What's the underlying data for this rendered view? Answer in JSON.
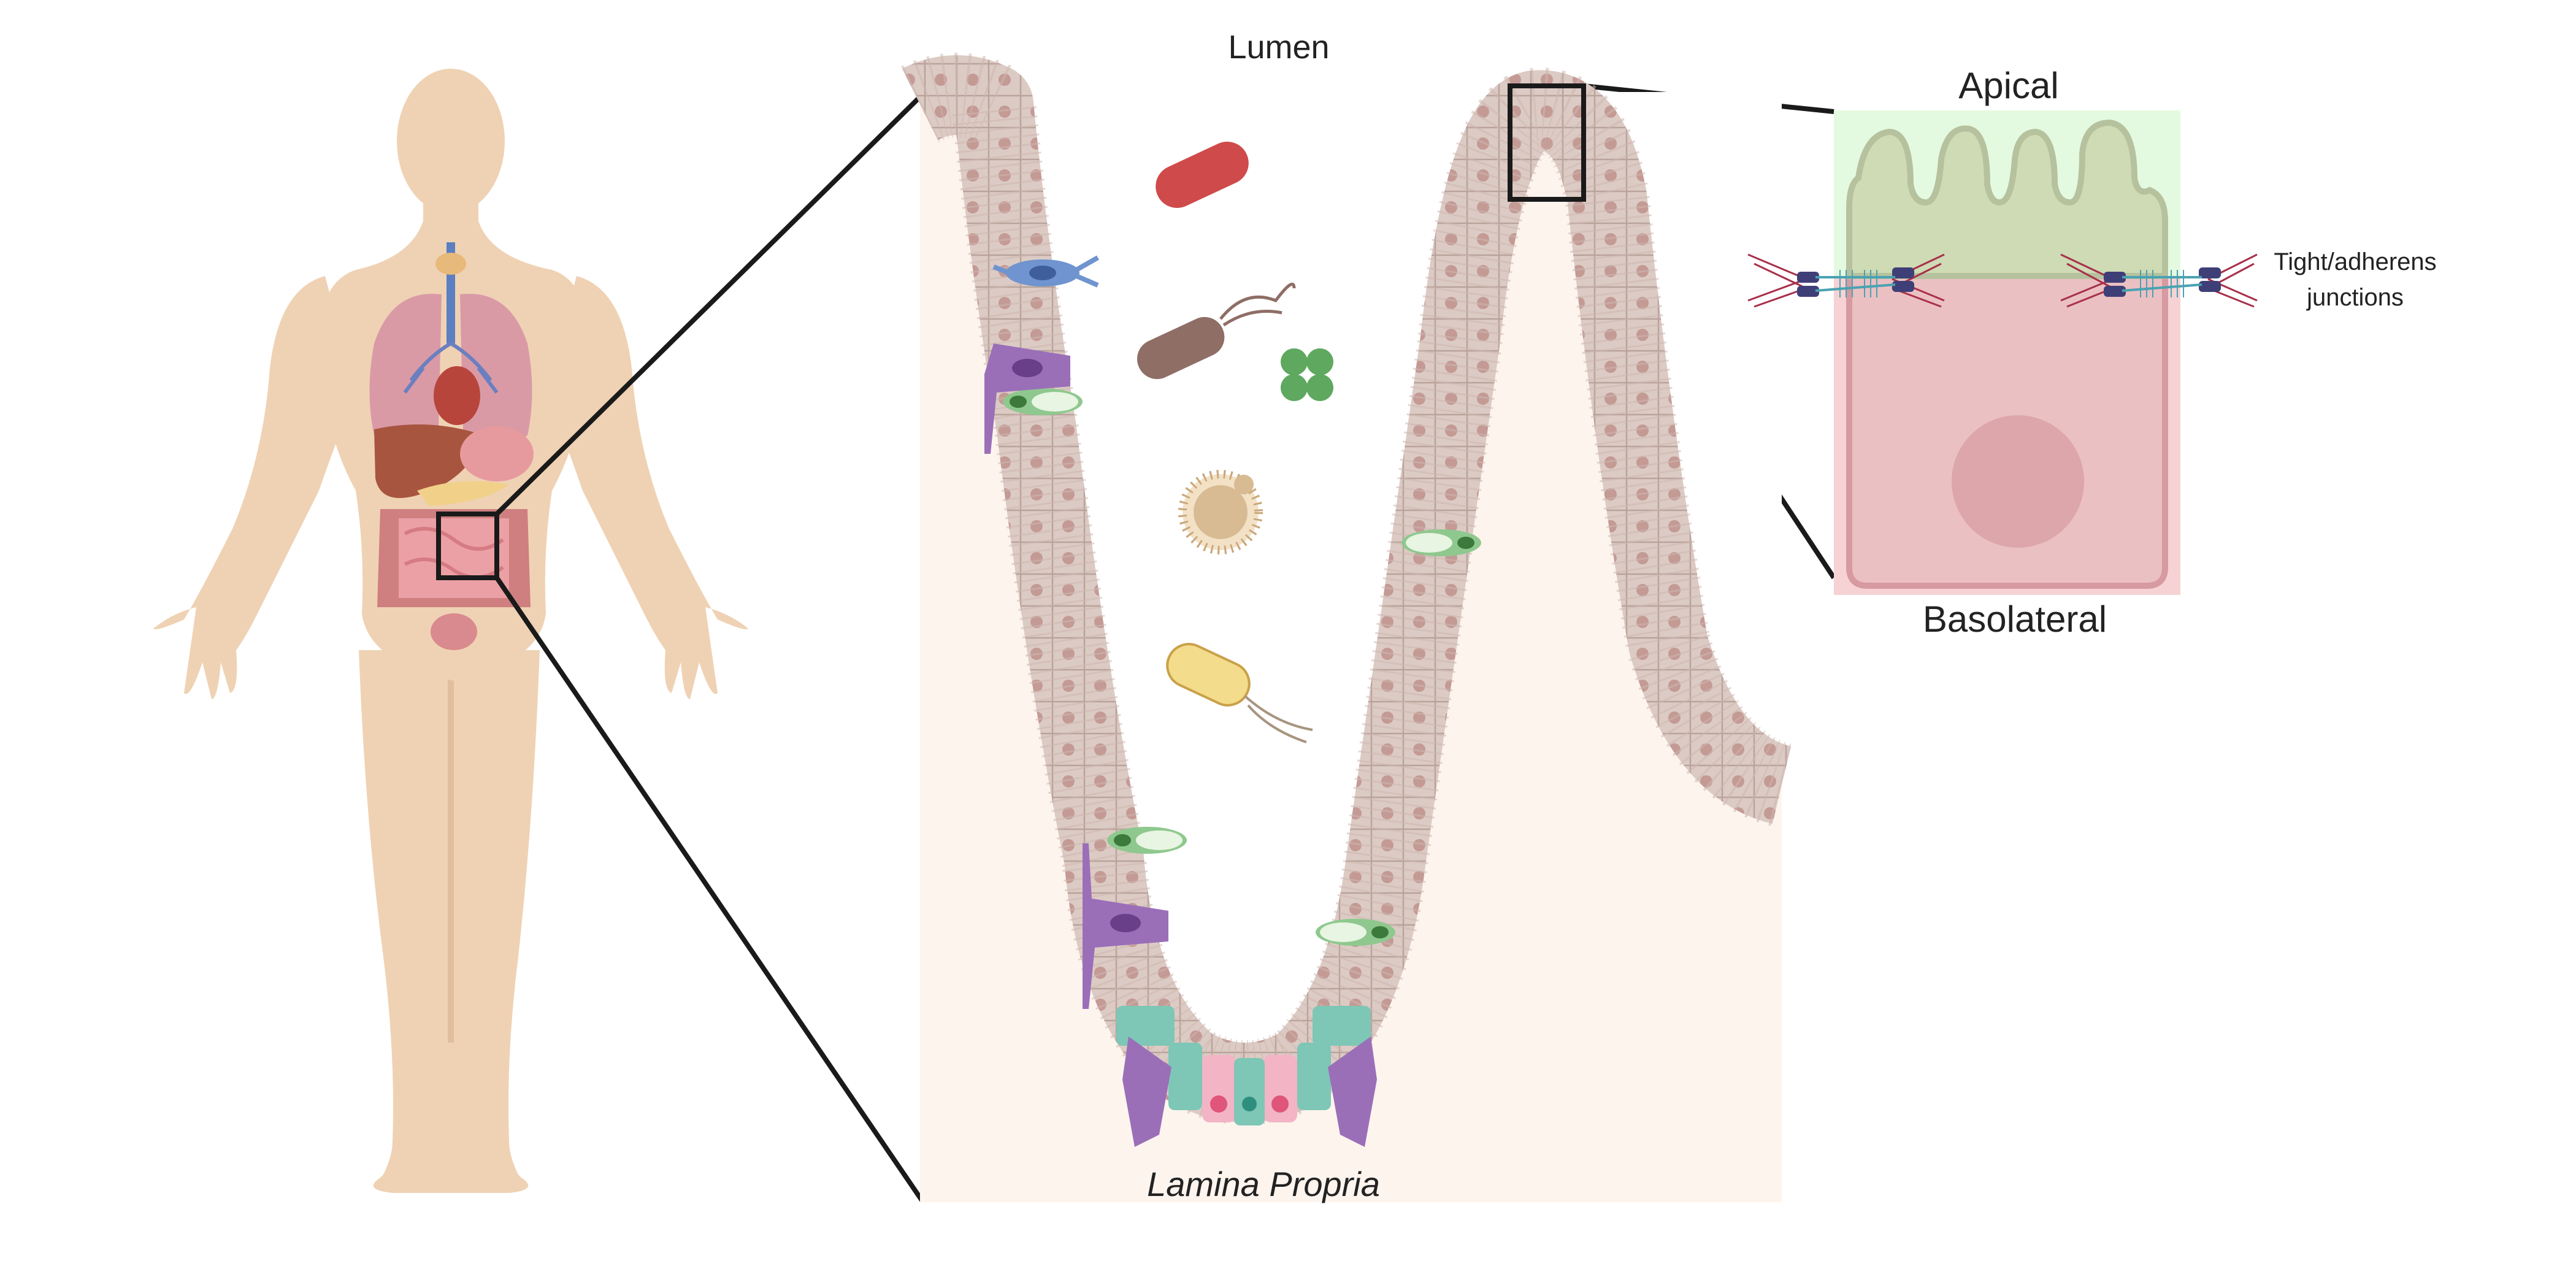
{
  "labels": {
    "lumen": "Lumen",
    "lamina_propria": "Lamina Propria",
    "apical": "Apical",
    "basolateral": "Basolateral",
    "junctions_line1": "Tight/adherens",
    "junctions_line2": "junctions"
  },
  "colors": {
    "skin": "#efd2b4",
    "skin_shadow": "#e2bf9c",
    "crypt_background": "#fdf4ee",
    "epithelial_cell": "#dccbc4",
    "nucleus": "#c49a95",
    "apical_region": "#e4fae0",
    "basolateral_region": "#f6d2d4",
    "goblet_cell": "#8fc88e",
    "tuft_cell": "#9a6fb8",
    "paneth_cell": "#f3b4c6",
    "stem_cell": "#7ec6b6",
    "outline": "#1a1a1a"
  }
}
